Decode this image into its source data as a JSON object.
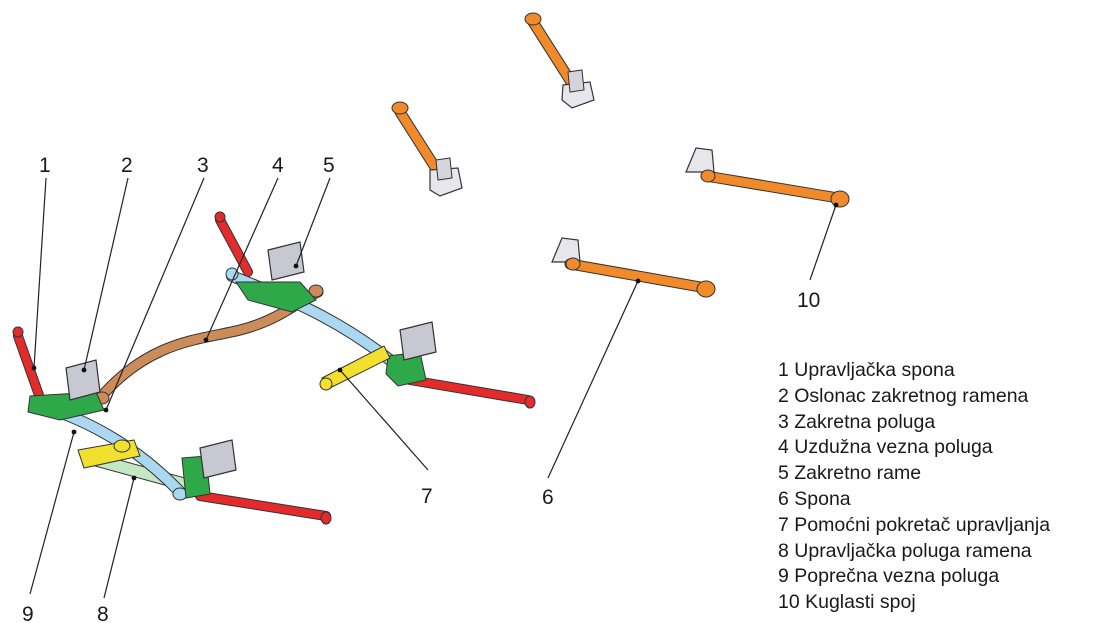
{
  "callouts": {
    "n1": "1",
    "n2": "2",
    "n3": "3",
    "n4": "4",
    "n5": "5",
    "n6": "6",
    "n7": "7",
    "n8": "8",
    "n9": "9",
    "n10": "10"
  },
  "legend": [
    "1 Upravljačka spona",
    "2 Oslonac zakretnog ramena",
    "3 Zakretna poluga",
    "4 Uzdužna vezna poluga",
    "5 Zakretno rame",
    "6 Spona",
    "7 Pomoćni pokretač upravljanja",
    "8 Upravljačka poluga ramena",
    "9 Poprečna vezna poluga",
    "10 Kuglasti spoj"
  ],
  "colors": {
    "red_rod": "#e32b2b",
    "orange_rod": "#f08a2a",
    "tan_link": "#cc8c5a",
    "blue_link": "#a9d8f0",
    "green_arm": "#2fa84a",
    "mint_link": "#c4e8c2",
    "yellow_actuator": "#f1e02d",
    "bracket_grey": "#c8c8d2"
  }
}
